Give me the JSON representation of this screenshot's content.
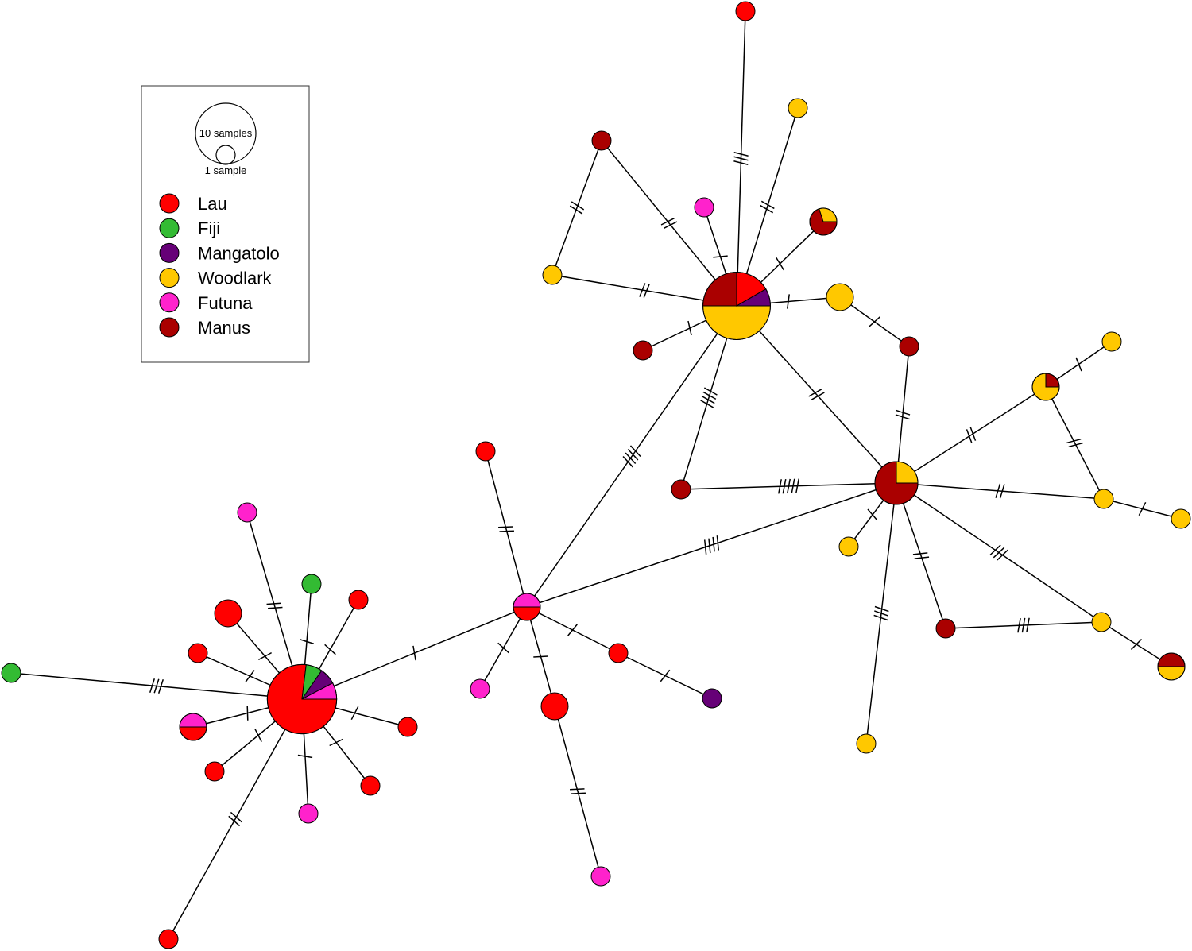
{
  "legend": {
    "size_large_label": "10 samples",
    "size_small_label": "1 sample",
    "items": [
      {
        "label": "Lau",
        "color": "#ff0000"
      },
      {
        "label": "Fiji",
        "color": "#33bb33"
      },
      {
        "label": "Mangatolo",
        "color": "#660077"
      },
      {
        "label": "Woodlark",
        "color": "#ffc800"
      },
      {
        "label": "Futuna",
        "color": "#ff22cc"
      },
      {
        "label": "Manus",
        "color": "#aa0000"
      }
    ]
  },
  "network": {
    "nodes": [
      {
        "id": "A",
        "samples": 13,
        "pops": {
          "Lau": 10,
          "Fiji": 1,
          "Mangatolo": 1,
          "Futuna": 1
        }
      },
      {
        "id": "B",
        "samples": 12,
        "pops": {
          "Woodlark": 6,
          "Manus": 3,
          "Lau": 2,
          "Mangatolo": 1
        }
      },
      {
        "id": "C",
        "samples": 4,
        "pops": {
          "Manus": 3,
          "Woodlark": 1
        }
      },
      {
        "id": "D",
        "samples": 2,
        "pops": {
          "Lau": 1,
          "Futuna": 1
        }
      },
      {
        "id": "b1",
        "samples": 1,
        "pops": {
          "Lau": 1
        }
      },
      {
        "id": "b2",
        "samples": 1,
        "pops": {
          "Woodlark": 1
        }
      },
      {
        "id": "b3",
        "samples": 1,
        "pops": {
          "Manus": 1
        }
      },
      {
        "id": "b4",
        "samples": 1,
        "pops": {
          "Futuna": 1
        }
      },
      {
        "id": "b5",
        "samples": 2,
        "pops": {
          "Manus": 1.4,
          "Woodlark": 0.6
        }
      },
      {
        "id": "b6",
        "samples": 1,
        "pops": {
          "Woodlark": 1
        }
      },
      {
        "id": "b7",
        "samples": 2,
        "pops": {
          "Woodlark": 2
        }
      },
      {
        "id": "b8",
        "samples": 1,
        "pops": {
          "Manus": 1
        }
      },
      {
        "id": "b9",
        "samples": 1,
        "pops": {
          "Manus": 1
        }
      },
      {
        "id": "b10",
        "samples": 1,
        "pops": {
          "Manus": 1
        }
      },
      {
        "id": "c1",
        "samples": 2,
        "pops": {
          "Woodlark": 1.5,
          "Manus": 0.5
        }
      },
      {
        "id": "c2",
        "samples": 1,
        "pops": {
          "Woodlark": 1
        }
      },
      {
        "id": "c3",
        "samples": 1,
        "pops": {
          "Woodlark": 1
        }
      },
      {
        "id": "c4",
        "samples": 1,
        "pops": {
          "Woodlark": 1
        }
      },
      {
        "id": "c5",
        "samples": 1,
        "pops": {
          "Woodlark": 1
        }
      },
      {
        "id": "c6",
        "samples": 1,
        "pops": {
          "Manus": 1
        }
      },
      {
        "id": "c7",
        "samples": 1,
        "pops": {
          "Woodlark": 1
        }
      },
      {
        "id": "c8",
        "samples": 1,
        "pops": {
          "Woodlark": 1
        }
      },
      {
        "id": "c9",
        "samples": 2,
        "pops": {
          "Woodlark": 1,
          "Manus": 1
        }
      },
      {
        "id": "d1",
        "samples": 1,
        "pops": {
          "Lau": 1
        }
      },
      {
        "id": "d2",
        "samples": 1,
        "pops": {
          "Futuna": 1
        }
      },
      {
        "id": "d3",
        "samples": 2,
        "pops": {
          "Lau": 2
        }
      },
      {
        "id": "d4",
        "samples": 1,
        "pops": {
          "Futuna": 1
        }
      },
      {
        "id": "d5",
        "samples": 1,
        "pops": {
          "Lau": 1
        }
      },
      {
        "id": "d6",
        "samples": 1,
        "pops": {
          "Mangatolo": 1
        }
      },
      {
        "id": "a1",
        "samples": 1,
        "pops": {
          "Fiji": 1
        }
      },
      {
        "id": "a2",
        "samples": 1,
        "pops": {
          "Futuna": 1
        }
      },
      {
        "id": "a3",
        "samples": 2,
        "pops": {
          "Lau": 2
        }
      },
      {
        "id": "a4",
        "samples": 1,
        "pops": {
          "Fiji": 1
        }
      },
      {
        "id": "a5",
        "samples": 1,
        "pops": {
          "Lau": 1
        }
      },
      {
        "id": "a6",
        "samples": 1,
        "pops": {
          "Lau": 1
        }
      },
      {
        "id": "a7",
        "samples": 2,
        "pops": {
          "Lau": 1,
          "Futuna": 1
        }
      },
      {
        "id": "a8",
        "samples": 1,
        "pops": {
          "Lau": 1
        }
      },
      {
        "id": "a9",
        "samples": 1,
        "pops": {
          "Lau": 1
        }
      },
      {
        "id": "a10",
        "samples": 1,
        "pops": {
          "Lau": 1
        }
      },
      {
        "id": "a11",
        "samples": 1,
        "pops": {
          "Futuna": 1
        }
      },
      {
        "id": "a12",
        "samples": 1,
        "pops": {
          "Lau": 1
        }
      }
    ],
    "edges": [
      {
        "from": "A",
        "to": "D",
        "mutations": 1
      },
      {
        "from": "D",
        "to": "B",
        "mutations": 4
      },
      {
        "from": "D",
        "to": "C",
        "mutations": 4
      },
      {
        "from": "B",
        "to": "C",
        "mutations": 2
      },
      {
        "from": "B",
        "to": "b1",
        "mutations": 3
      },
      {
        "from": "B",
        "to": "b2",
        "mutations": 2
      },
      {
        "from": "B",
        "to": "b3",
        "mutations": 2
      },
      {
        "from": "B",
        "to": "b4",
        "mutations": 1
      },
      {
        "from": "B",
        "to": "b5",
        "mutations": 1
      },
      {
        "from": "B",
        "to": "b6",
        "mutations": 2
      },
      {
        "from": "B",
        "to": "b7",
        "mutations": 1
      },
      {
        "from": "B",
        "to": "b8",
        "mutations": 1
      },
      {
        "from": "B",
        "to": "b9",
        "mutations": 4
      },
      {
        "from": "b3",
        "to": "b6",
        "mutations": 2
      },
      {
        "from": "b7",
        "to": "b10",
        "mutations": 1
      },
      {
        "from": "b10",
        "to": "C",
        "mutations": 2
      },
      {
        "from": "C",
        "to": "b9",
        "mutations": 5
      },
      {
        "from": "C",
        "to": "c1",
        "mutations": 2
      },
      {
        "from": "c1",
        "to": "c2",
        "mutations": 1
      },
      {
        "from": "c1",
        "to": "c3",
        "mutations": 2
      },
      {
        "from": "c3",
        "to": "c4",
        "mutations": 1
      },
      {
        "from": "C",
        "to": "c3",
        "mutations": 2
      },
      {
        "from": "C",
        "to": "c5",
        "mutations": 1
      },
      {
        "from": "C",
        "to": "c6",
        "mutations": 2
      },
      {
        "from": "C",
        "to": "c7",
        "mutations": 3
      },
      {
        "from": "C",
        "to": "c8",
        "mutations": 3
      },
      {
        "from": "c6",
        "to": "c8",
        "mutations": 3
      },
      {
        "from": "c8",
        "to": "c9",
        "mutations": 1
      },
      {
        "from": "D",
        "to": "d1",
        "mutations": 2
      },
      {
        "from": "D",
        "to": "d2",
        "mutations": 1
      },
      {
        "from": "D",
        "to": "d3",
        "mutations": 1
      },
      {
        "from": "d3",
        "to": "d4",
        "mutations": 2
      },
      {
        "from": "D",
        "to": "d5",
        "mutations": 1
      },
      {
        "from": "d5",
        "to": "d6",
        "mutations": 1
      },
      {
        "from": "A",
        "to": "a1",
        "mutations": 3
      },
      {
        "from": "A",
        "to": "a2",
        "mutations": 2
      },
      {
        "from": "A",
        "to": "a3",
        "mutations": 1
      },
      {
        "from": "A",
        "to": "a4",
        "mutations": 1
      },
      {
        "from": "A",
        "to": "a5",
        "mutations": 1
      },
      {
        "from": "A",
        "to": "a6",
        "mutations": 1
      },
      {
        "from": "A",
        "to": "a7",
        "mutations": 1
      },
      {
        "from": "A",
        "to": "a8",
        "mutations": 1
      },
      {
        "from": "A",
        "to": "a9",
        "mutations": 1
      },
      {
        "from": "A",
        "to": "a10",
        "mutations": 1
      },
      {
        "from": "A",
        "to": "a11",
        "mutations": 1
      },
      {
        "from": "A",
        "to": "a12",
        "mutations": 2
      }
    ]
  }
}
